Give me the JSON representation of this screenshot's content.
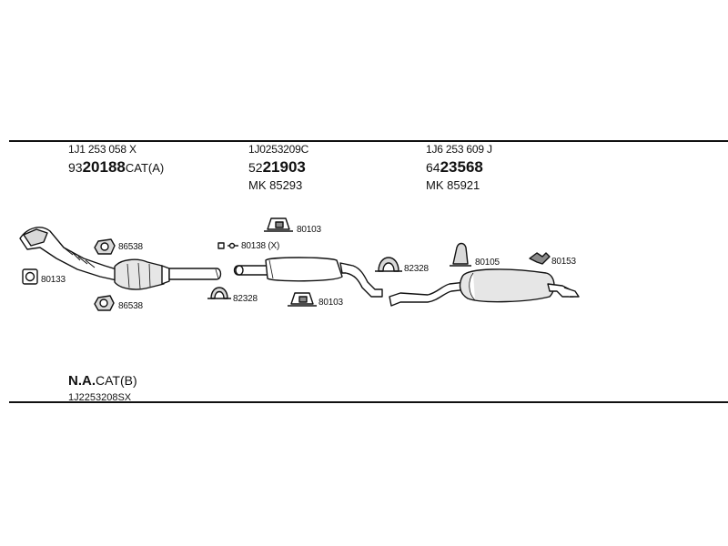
{
  "headers": [
    {
      "oem": "1J1 253 058 X",
      "num_prefix": "93",
      "num_main": "20188",
      "num_suffix": "CAT(A)",
      "mk": ""
    },
    {
      "oem": "1J0253209C",
      "num_prefix": "52",
      "num_main": "21903",
      "num_suffix": "",
      "mk": "MK 85293"
    },
    {
      "oem": "1J6 253 609 J",
      "num_prefix": "64",
      "num_main": "23568",
      "num_suffix": "",
      "mk": "MK 85921"
    }
  ],
  "labels": {
    "l86538a": "86538",
    "l80133": "80133",
    "l86538b": "86538",
    "l80103a": "80103",
    "l80138": "80138 (X)",
    "l82328a": "82328",
    "l80103b": "80103",
    "l82328b": "82328",
    "l80105": "80105",
    "l80153": "80153"
  },
  "footer": {
    "bold": "N.A.",
    "suffix": "CAT(B)",
    "sub": "1J2253208SX"
  },
  "colors": {
    "line": "#111111",
    "part_fill": "#d9d9d9",
    "part_dark": "#8a8a8a"
  }
}
